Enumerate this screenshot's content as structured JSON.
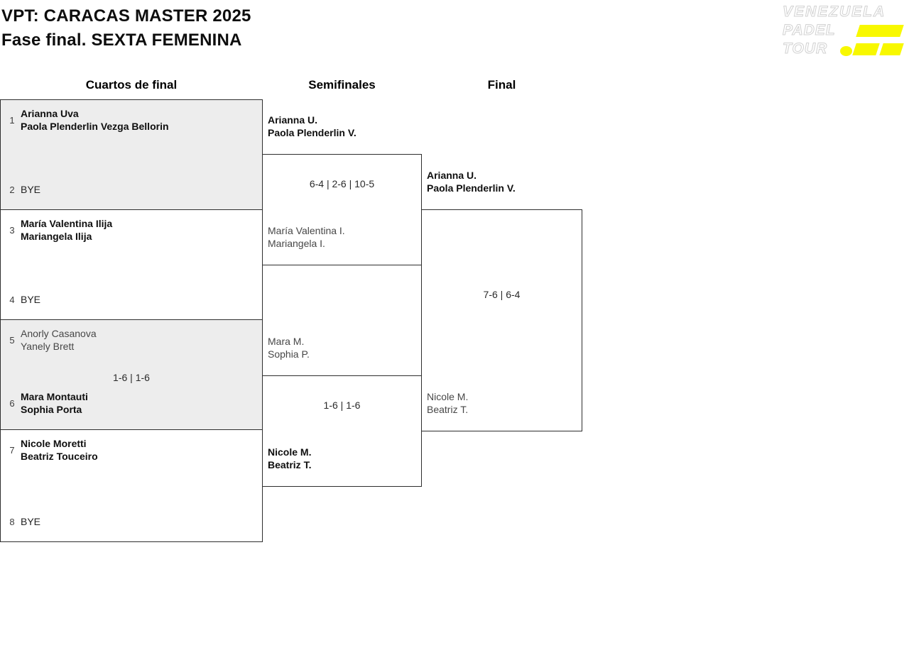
{
  "header": {
    "title": "VPT: CARACAS MASTER 2025",
    "subtitle": "Fase final. SEXTA FEMENINA"
  },
  "logo": {
    "word1": "VENEZUELA",
    "word2": "PADEL",
    "word3": "TOUR",
    "accent_color": "#f8f800"
  },
  "columns": [
    {
      "label": "Cuartos de final"
    },
    {
      "label": "Semifinales"
    },
    {
      "label": "Final"
    }
  ],
  "bracket": {
    "quarterfinals": [
      {
        "top": {
          "seed": "1",
          "players": [
            "Arianna Uva",
            "Paola Plenderlin Vezga Bellorin"
          ],
          "result": "winner"
        },
        "bottom": {
          "seed": "2",
          "players": [
            "BYE"
          ],
          "result": "bye"
        },
        "score": ""
      },
      {
        "top": {
          "seed": "3",
          "players": [
            "María Valentina Ilija",
            "Mariangela Ilija"
          ],
          "result": "winner"
        },
        "bottom": {
          "seed": "4",
          "players": [
            "BYE"
          ],
          "result": "bye"
        },
        "score": ""
      },
      {
        "top": {
          "seed": "5",
          "players": [
            "Anorly Casanova",
            "Yanely Brett"
          ],
          "result": "loser"
        },
        "bottom": {
          "seed": "6",
          "players": [
            "Mara Montauti",
            "Sophia Porta"
          ],
          "result": "winner"
        },
        "score": "1-6 | 1-6"
      },
      {
        "top": {
          "seed": "7",
          "players": [
            "Nicole Moretti",
            "Beatriz Touceiro"
          ],
          "result": "winner"
        },
        "bottom": {
          "seed": "8",
          "players": [
            "BYE"
          ],
          "result": "bye"
        },
        "score": ""
      }
    ],
    "semifinals": [
      {
        "top": {
          "players": [
            "Arianna U.",
            "Paola Plenderlin V."
          ],
          "result": "winner"
        },
        "bottom": {
          "players": [
            "María Valentina I.",
            "Mariangela I."
          ],
          "result": "loser"
        },
        "score": "6-4 | 2-6 | 10-5"
      },
      {
        "top": {
          "players": [
            "Mara M.",
            "Sophia P."
          ],
          "result": "loser"
        },
        "bottom": {
          "players": [
            "Nicole M.",
            "Beatriz T."
          ],
          "result": "winner"
        },
        "score": "1-6 | 1-6"
      }
    ],
    "final": {
      "top": {
        "players": [
          "Arianna U.",
          "Paola Plenderlin V."
        ],
        "result": "winner"
      },
      "bottom": {
        "players": [
          "Nicole M.",
          "Beatriz T."
        ],
        "result": "loser"
      },
      "score": "7-6 | 6-4"
    }
  }
}
